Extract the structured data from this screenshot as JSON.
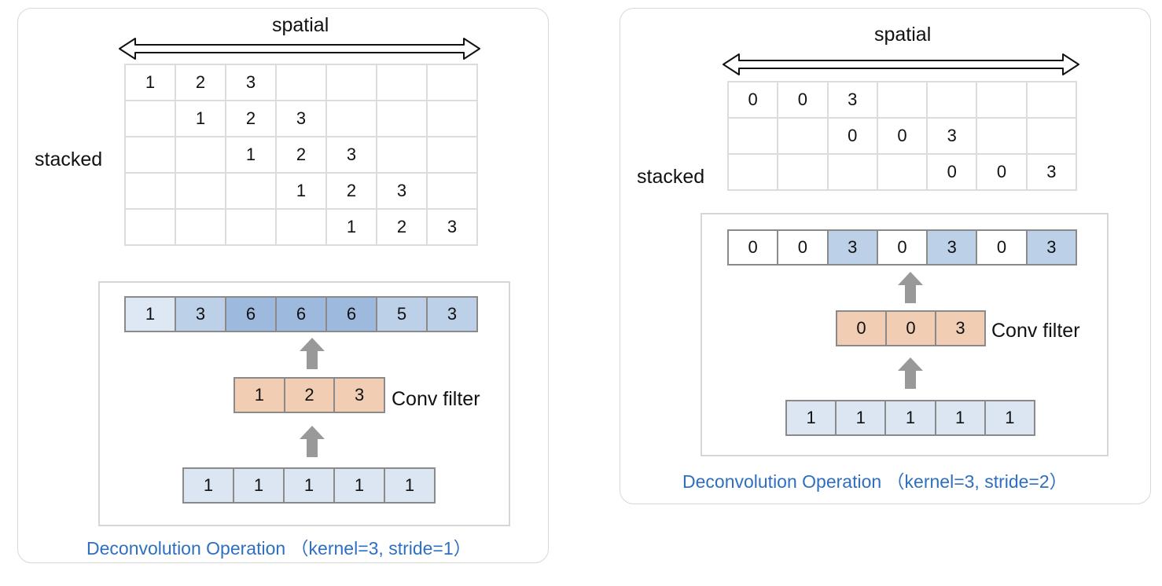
{
  "colors": {
    "grid_border": "#dcdcdc",
    "row_border": "#8a8a8a",
    "input_fill": "#dce6f2",
    "filter_fill": "#f0cdb3",
    "caption_color": "#2e6fc0",
    "arrow_gray": "#999999",
    "out_light": "#dde8f4",
    "out_mid": "#bcd0e8",
    "out_dark": "#9db9dd"
  },
  "left": {
    "spatial_label": "spatial",
    "stacked_label": "stacked",
    "stacked_rows": [
      [
        "1",
        "2",
        "3",
        "",
        "",
        "",
        ""
      ],
      [
        "",
        "1",
        "2",
        "3",
        "",
        "",
        ""
      ],
      [
        "",
        "",
        "1",
        "2",
        "3",
        "",
        ""
      ],
      [
        "",
        "",
        "",
        "1",
        "2",
        "3",
        ""
      ],
      [
        "",
        "",
        "",
        "",
        "1",
        "2",
        "3"
      ]
    ],
    "output": [
      "1",
      "3",
      "6",
      "6",
      "6",
      "5",
      "3"
    ],
    "output_shades": [
      "light",
      "mid",
      "dark",
      "dark",
      "dark",
      "mid",
      "mid"
    ],
    "filter": [
      "1",
      "2",
      "3"
    ],
    "filter_label": "Conv  filter",
    "input": [
      "1",
      "1",
      "1",
      "1",
      "1"
    ],
    "caption": "Deconvolution  Operation （kernel=3,  stride=1）"
  },
  "right": {
    "spatial_label": "spatial",
    "stacked_label": "stacked",
    "stacked_rows": [
      [
        "0",
        "0",
        "3",
        "",
        "",
        "",
        ""
      ],
      [
        "",
        "",
        "0",
        "0",
        "3",
        "",
        ""
      ],
      [
        "",
        "",
        "",
        "",
        "0",
        "0",
        "3"
      ]
    ],
    "output": [
      "0",
      "0",
      "3",
      "0",
      "3",
      "0",
      "3"
    ],
    "output_shades": [
      "white",
      "white",
      "mid",
      "white",
      "mid",
      "white",
      "mid"
    ],
    "filter": [
      "0",
      "0",
      "3"
    ],
    "filter_label": "Conv  filter",
    "input": [
      "1",
      "1",
      "1",
      "1",
      "1"
    ],
    "caption": "Deconvolution  Operation （kernel=3,  stride=2）"
  }
}
